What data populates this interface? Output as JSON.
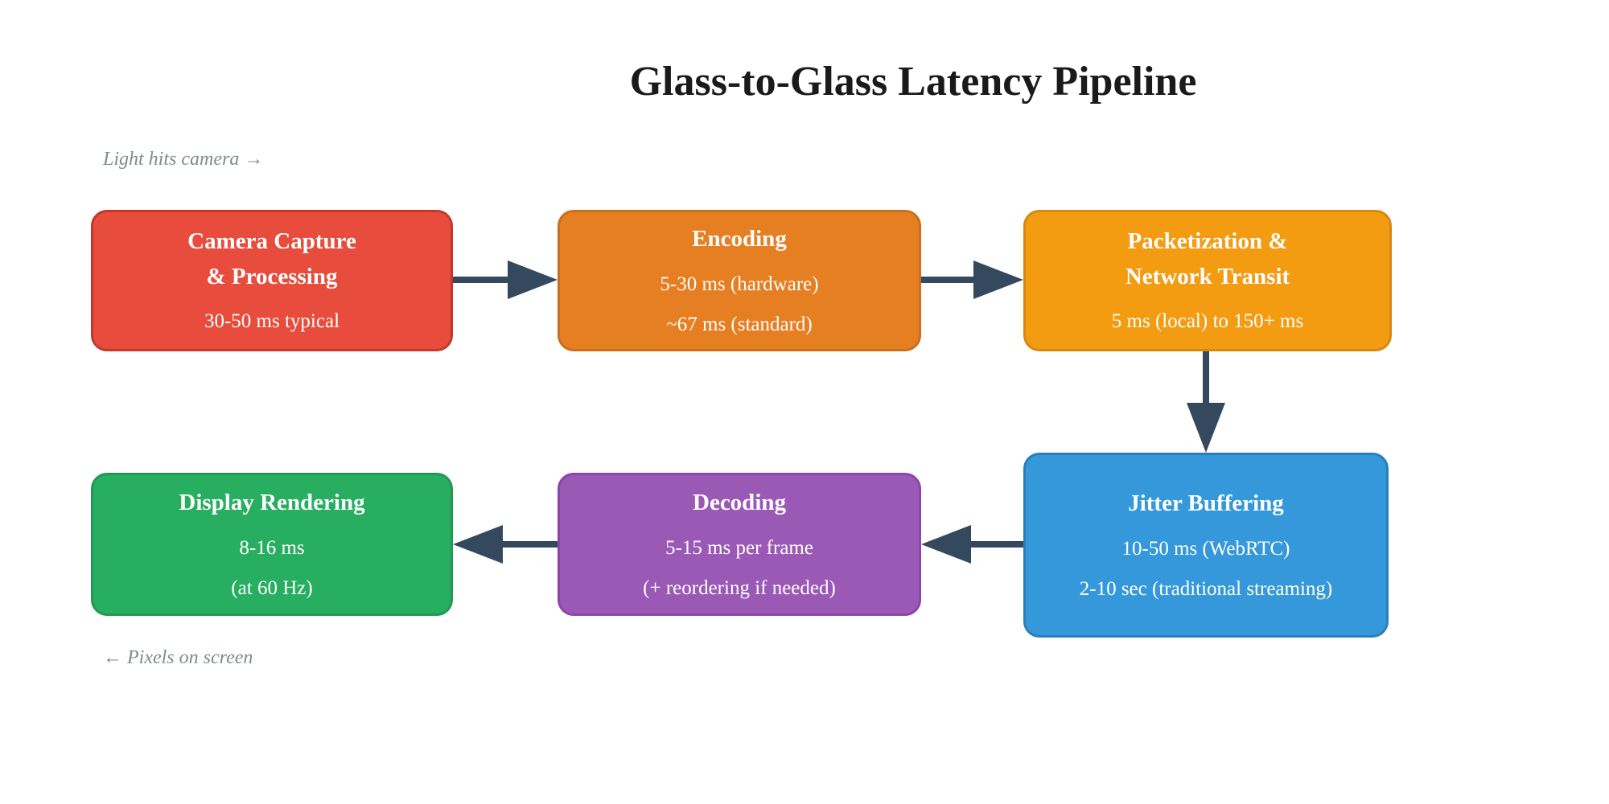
{
  "title": "Glass-to-Glass Latency Pipeline",
  "captions": {
    "start": "Light hits camera →",
    "end": "← Pixels on screen"
  },
  "colors": {
    "page_bg": "#ffffff",
    "title_text": "#1a1a1a",
    "caption": "#7f8c8d",
    "arrow": "#34495e",
    "node_text": "#ffffff"
  },
  "nodes": [
    {
      "id": "camera-capture",
      "title_lines": [
        "Camera Capture",
        "& Processing"
      ],
      "details": [
        "30-50 ms typical"
      ],
      "fill": "#e74c3c",
      "border": "#c0392b"
    },
    {
      "id": "encoding",
      "title_lines": [
        "Encoding"
      ],
      "details": [
        "5-30 ms (hardware)",
        "~67 ms (standard)"
      ],
      "fill": "#e67e22",
      "border": "#ca6f1e"
    },
    {
      "id": "packetization-network-transit",
      "title_lines": [
        "Packetization &",
        "Network Transit"
      ],
      "details": [
        "5 ms (local) to 150+ ms"
      ],
      "fill": "#f39c12",
      "border": "#d68910"
    },
    {
      "id": "jitter-buffering",
      "title_lines": [
        "Jitter Buffering"
      ],
      "details": [
        "10-50 ms (WebRTC)",
        "2-10 sec (traditional streaming)"
      ],
      "fill": "#3498db",
      "border": "#2980b9"
    },
    {
      "id": "decoding",
      "title_lines": [
        "Decoding"
      ],
      "details": [
        "5-15 ms per frame",
        "(+ reordering if needed)"
      ],
      "fill": "#9b59b6",
      "border": "#8e44ad"
    },
    {
      "id": "display-rendering",
      "title_lines": [
        "Display Rendering"
      ],
      "details": [
        "8-16 ms",
        "(at 60 Hz)"
      ],
      "fill": "#27ae60",
      "border": "#229954"
    }
  ],
  "edges": [
    {
      "from": "camera-capture",
      "to": "encoding",
      "direction": "right"
    },
    {
      "from": "encoding",
      "to": "packetization-network-transit",
      "direction": "right"
    },
    {
      "from": "packetization-network-transit",
      "to": "jitter-buffering",
      "direction": "down"
    },
    {
      "from": "jitter-buffering",
      "to": "decoding",
      "direction": "left"
    },
    {
      "from": "decoding",
      "to": "display-rendering",
      "direction": "left"
    }
  ]
}
